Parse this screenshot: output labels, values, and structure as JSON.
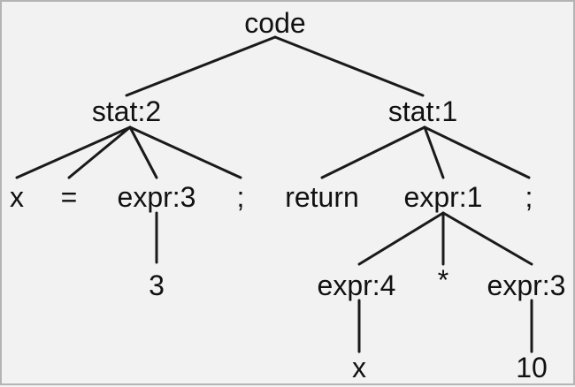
{
  "tree": {
    "root": "code",
    "stat2": {
      "label": "stat:2",
      "children": [
        "x",
        "=",
        "expr:3",
        ";"
      ],
      "expr3_child": "3"
    },
    "stat1": {
      "label": "stat:1",
      "children": [
        "return",
        "expr:1",
        ";"
      ],
      "expr1": {
        "children": [
          "expr:4",
          "*",
          "expr:3"
        ],
        "expr4_child": "x",
        "expr3_child": "10"
      }
    }
  },
  "colors": {
    "background": "#f2f2f2",
    "line": "#1a1a1a",
    "text": "#111111",
    "border": "#b4b4b4"
  }
}
